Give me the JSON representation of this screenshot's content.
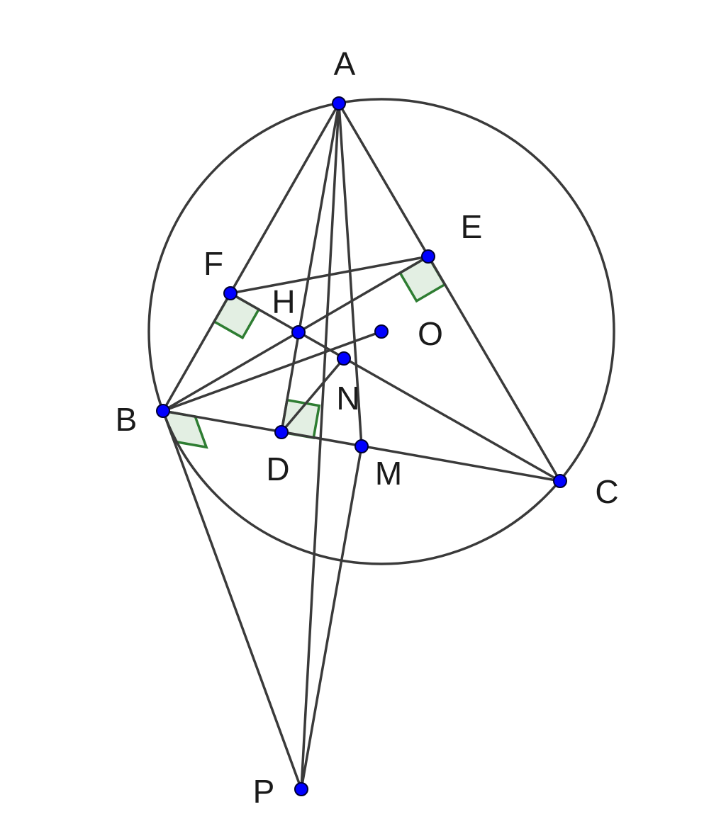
{
  "colors": {
    "line": "#3a3a3a",
    "point_fill": "#0000ff",
    "point_stroke": "#000033",
    "right_angle_stroke": "#2e7d32",
    "right_angle_fill": "#e3efe3"
  },
  "points": [
    {
      "id": "A",
      "label": "A"
    },
    {
      "id": "B",
      "label": "B"
    },
    {
      "id": "C",
      "label": "C"
    },
    {
      "id": "D",
      "label": "D"
    },
    {
      "id": "E",
      "label": "E"
    },
    {
      "id": "F",
      "label": "F"
    },
    {
      "id": "H",
      "label": "H"
    },
    {
      "id": "O",
      "label": "O"
    },
    {
      "id": "N",
      "label": "N"
    },
    {
      "id": "M",
      "label": "M"
    },
    {
      "id": "P",
      "label": "P"
    }
  ],
  "circle": {
    "center": "O",
    "through": "A"
  },
  "segments": [
    [
      "A",
      "B"
    ],
    [
      "A",
      "C"
    ],
    [
      "B",
      "C"
    ],
    [
      "A",
      "D"
    ],
    [
      "A",
      "P"
    ],
    [
      "A",
      "M"
    ],
    [
      "F",
      "E"
    ],
    [
      "B",
      "E"
    ],
    [
      "F",
      "C"
    ],
    [
      "B",
      "O"
    ],
    [
      "D",
      "N"
    ],
    [
      "B",
      "P"
    ],
    [
      "P",
      "M"
    ]
  ],
  "right_angles": [
    {
      "at": "F",
      "rays": [
        "B",
        "C"
      ]
    },
    {
      "at": "E",
      "rays": [
        "C",
        "B"
      ]
    },
    {
      "at": "D",
      "rays": [
        "C",
        "A"
      ]
    },
    {
      "at": "B",
      "rays": [
        "C",
        "P"
      ]
    }
  ]
}
